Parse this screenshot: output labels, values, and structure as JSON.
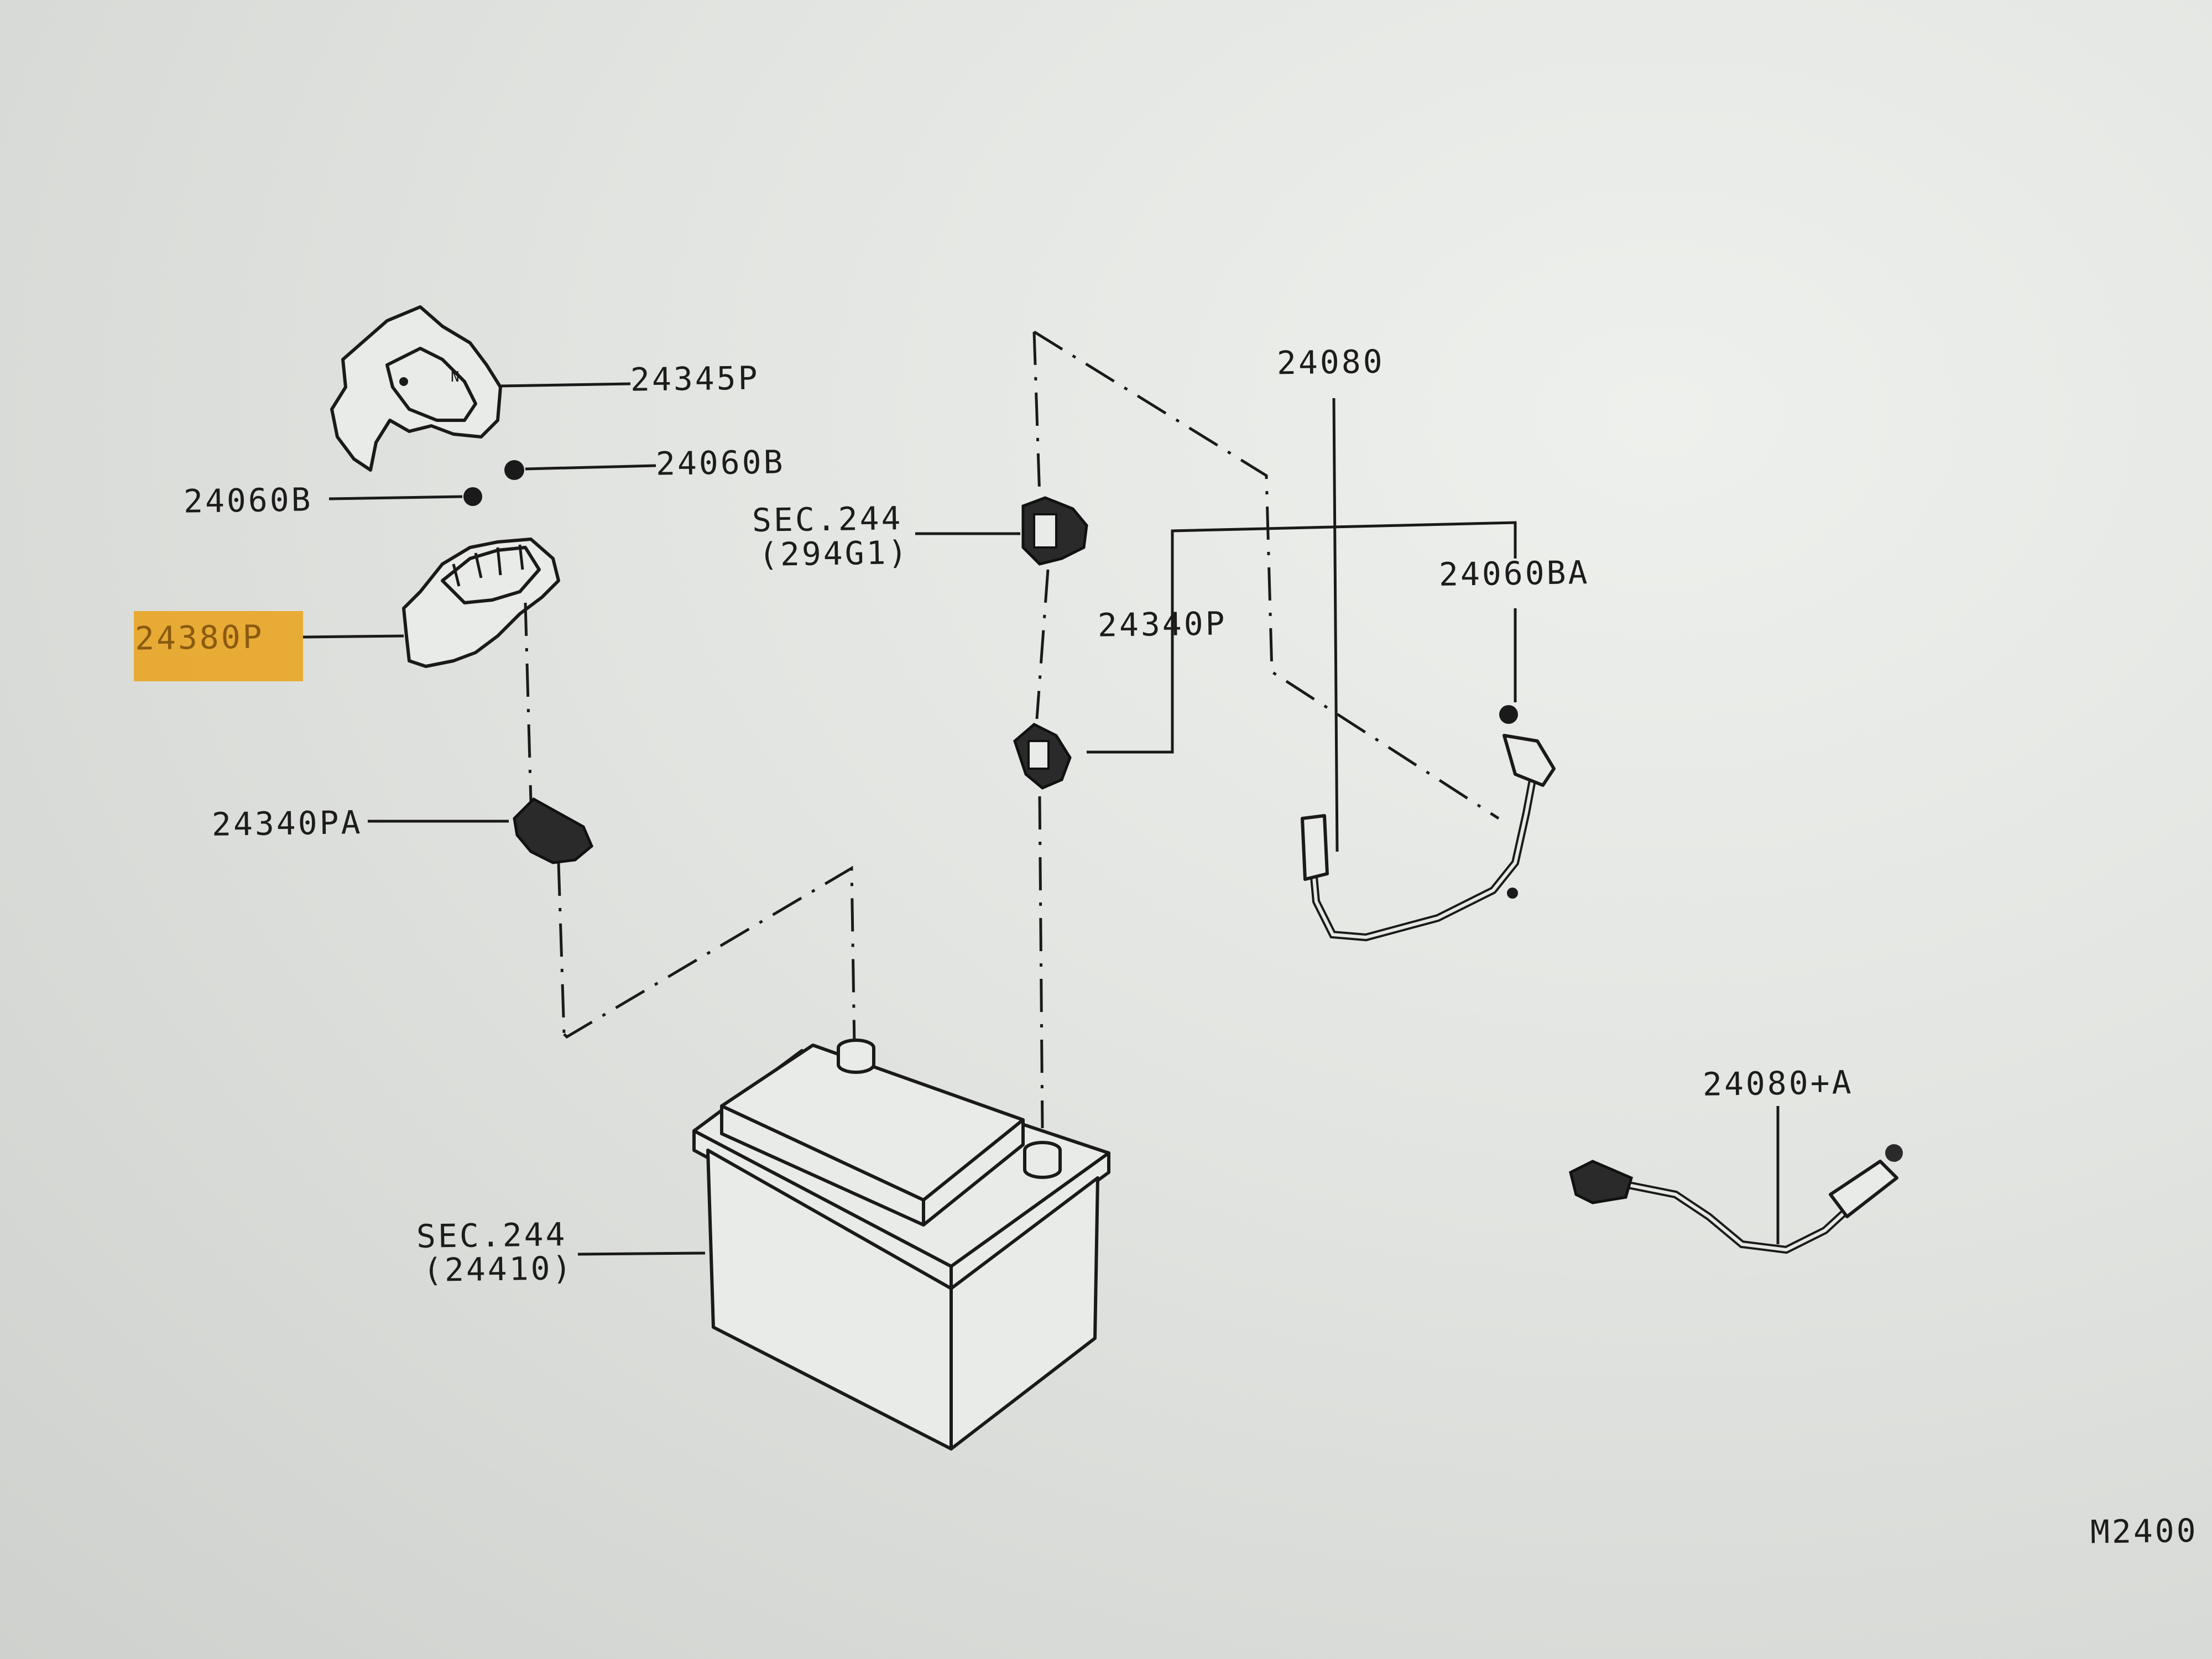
{
  "diagram": {
    "type": "exploded parts diagram",
    "subject": "Battery and battery cable assembly",
    "callouts": {
      "top_cover": "24345P",
      "clip_right": "24060B",
      "clip_left": "24060B",
      "terminal_cover_highlighted": "24380P",
      "terminal_neg": "24340PA",
      "sec_ref_top_line1": "SEC.244",
      "sec_ref_top_line2": "(294G1)",
      "cable_main": "24080",
      "clip_cable": "24060BA",
      "terminal_pos": "24340P",
      "cable_sub": "24080+A",
      "sec_ref_battery_line1": "SEC.244",
      "sec_ref_battery_line2": "(24410)",
      "figure_code": "M2400"
    },
    "highlight": {
      "part": "24380P",
      "color": "#e8a82c"
    }
  }
}
